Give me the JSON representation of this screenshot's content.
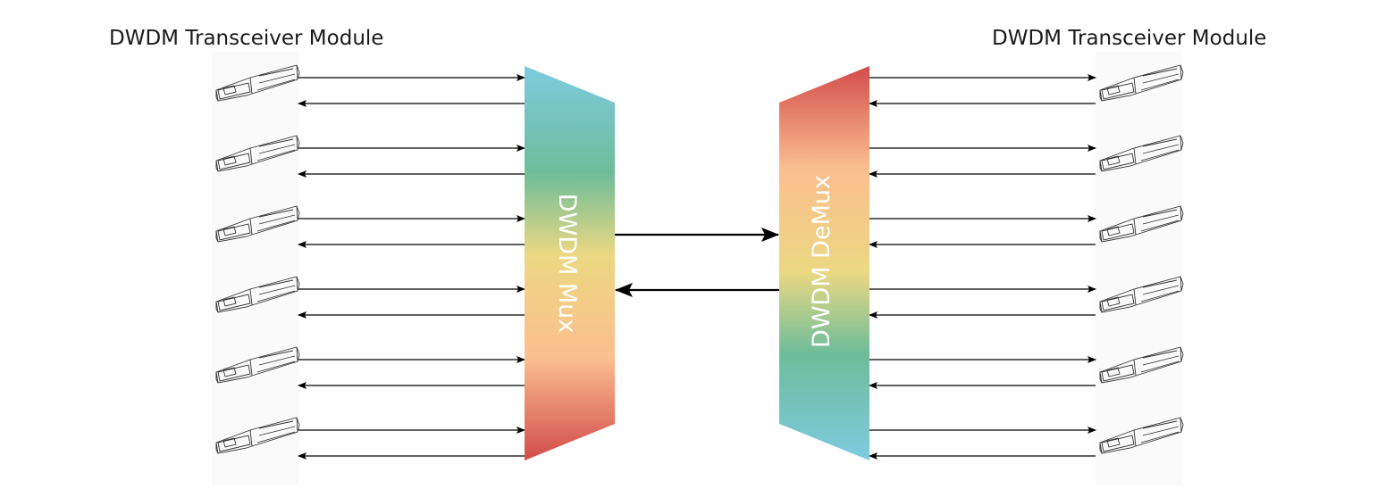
{
  "left_group": {
    "title": "DWDM Transceiver Module",
    "module_count": 6
  },
  "right_group": {
    "title": "DWDM Transceiver Module",
    "module_count": 6
  },
  "mux": {
    "label": "DWDM Mux"
  },
  "demux": {
    "label": "DWDM DeMux"
  },
  "colors": {
    "blue": "#7ecbe0",
    "green": "#6dbd9a",
    "yellow": "#ecd882",
    "peach": "#fbbf8f",
    "red": "#d24c4c"
  }
}
